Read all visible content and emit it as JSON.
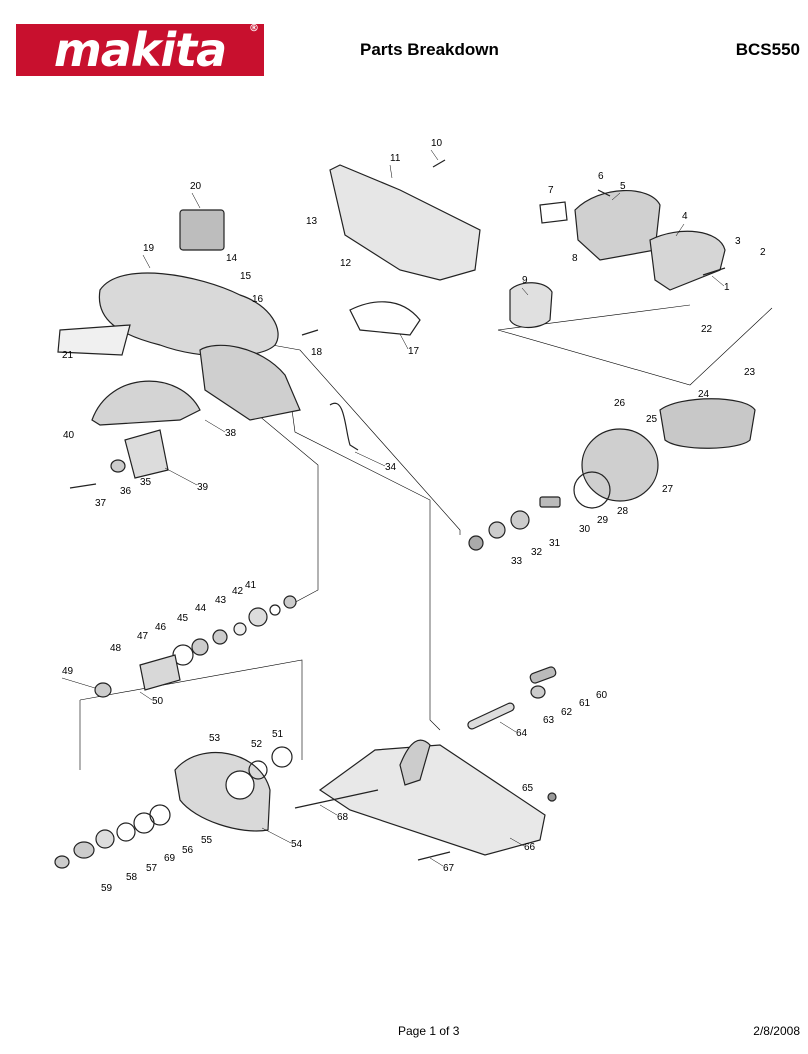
{
  "header": {
    "brand": "makita",
    "title": "Parts Breakdown",
    "model": "BCS550"
  },
  "footer": {
    "page": "Page 1 of 3",
    "date": "2/8/2008"
  },
  "callouts": [
    "1",
    "2",
    "3",
    "4",
    "5",
    "6",
    "7",
    "8",
    "9",
    "10",
    "11",
    "12",
    "13",
    "14",
    "15",
    "16",
    "17",
    "18",
    "19",
    "20",
    "21",
    "22",
    "23",
    "24",
    "25",
    "26",
    "27",
    "28",
    "29",
    "30",
    "31",
    "32",
    "33",
    "34",
    "35",
    "36",
    "37",
    "38",
    "39",
    "40",
    "41",
    "42",
    "43",
    "44",
    "45",
    "46",
    "47",
    "48",
    "49",
    "50",
    "51",
    "52",
    "53",
    "54",
    "55",
    "56",
    "57",
    "58",
    "59",
    "60",
    "61",
    "62",
    "63",
    "64",
    "65",
    "66",
    "67",
    "68",
    "69"
  ]
}
